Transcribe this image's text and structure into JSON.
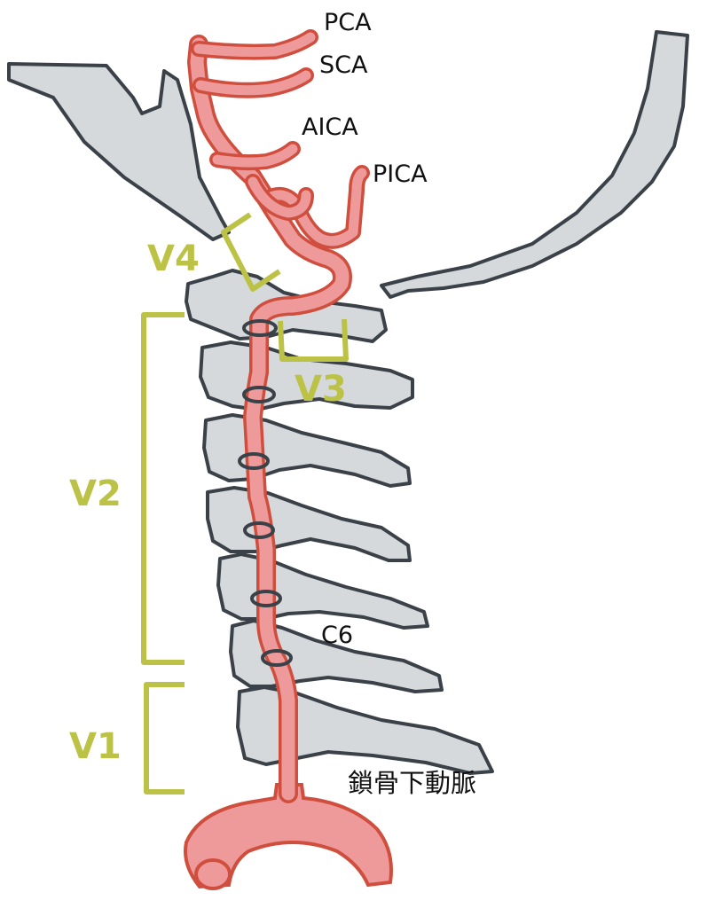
{
  "colors": {
    "bone_fill": "#d6d9db",
    "bone_stroke": "#3b4148",
    "artery_fill": "#ee9a9a",
    "artery_stroke": "#d04e3e",
    "segment": "#bcc246",
    "text": "#111111"
  },
  "artery_labels": {
    "pca": "PCA",
    "sca": "SCA",
    "aica": "AICA",
    "pica": "PICA"
  },
  "vertebra_label": "C6",
  "subclavian_label": "鎖骨下動脈",
  "segments": {
    "v1": "V1",
    "v2": "V2",
    "v3": "V3",
    "v4": "V4"
  }
}
